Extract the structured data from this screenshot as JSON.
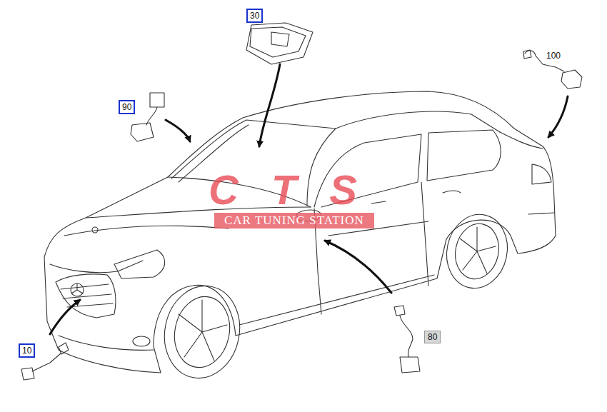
{
  "diagram": {
    "labels": [
      "30",
      "100",
      "90",
      "CTS",
      "CAR TUNING STATION",
      "80",
      "10"
    ]
  }
}
